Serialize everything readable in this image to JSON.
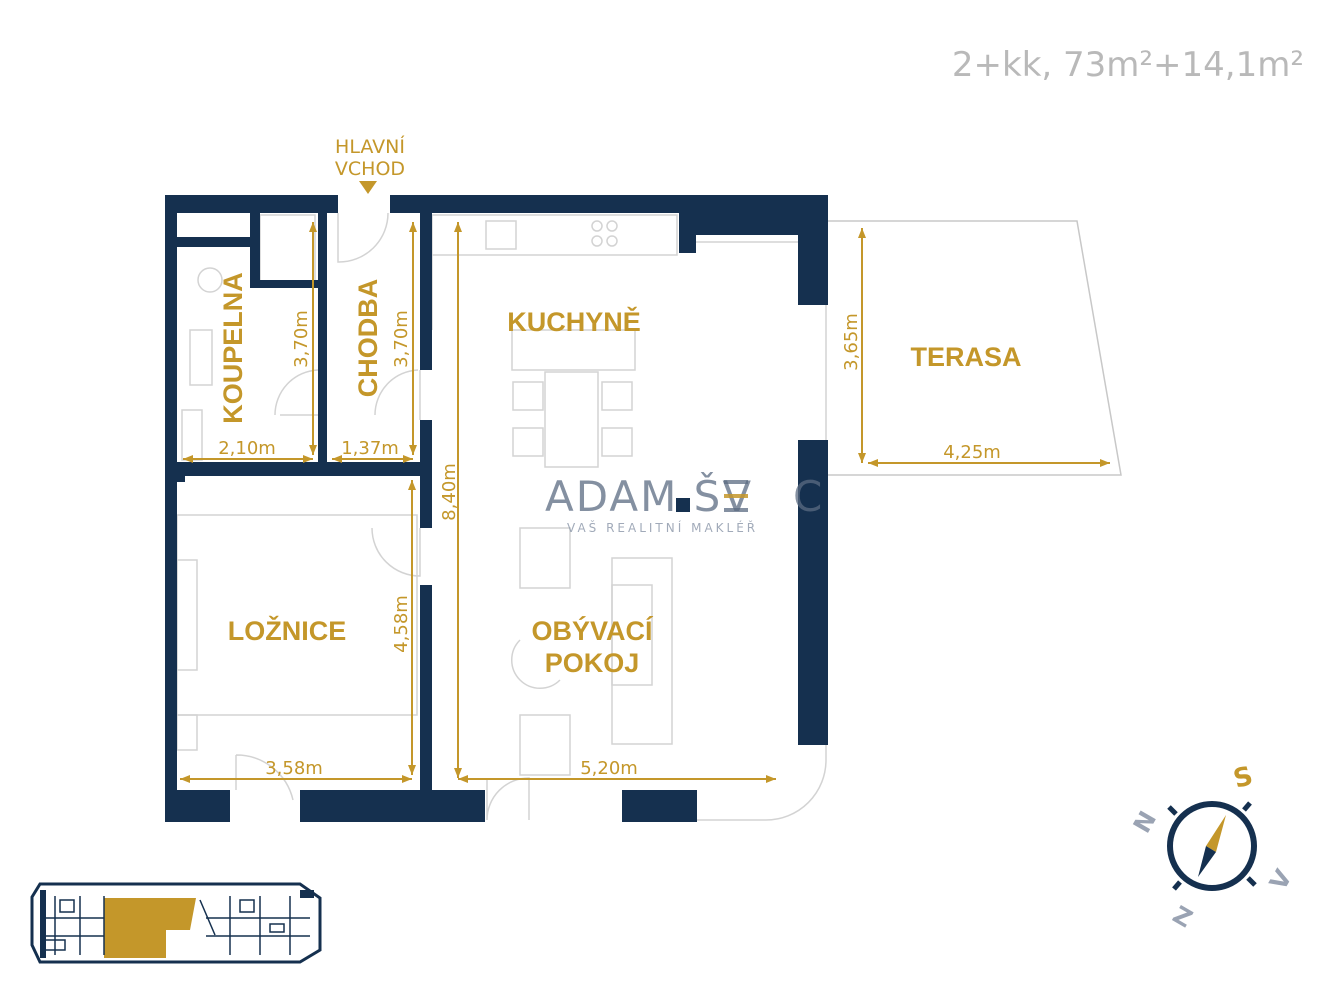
{
  "header": {
    "title": "2+kk, 73m²+14,1m²"
  },
  "entrance": {
    "line1": "HLAVNÍ",
    "line2": "VCHOD"
  },
  "rooms": {
    "koupelna": "KOUPELNA",
    "chodba": "CHODBA",
    "kuchyne": "KUCHYNĚ",
    "terasa": "TERASA",
    "loznice": "LOŽNICE",
    "obyvaci_line1": "OBÝVACÍ",
    "obyvaci_line2": "POKOJ"
  },
  "dimensions": {
    "koupelna_height": "3,70m",
    "koupelna_width": "2,10m",
    "chodba_height": "3,70m",
    "chodba_width": "1,37m",
    "main_height": "8,40m",
    "terasa_height": "3,65m",
    "terasa_width": "4,25m",
    "loznice_height": "4,58m",
    "loznice_width": "3,58m",
    "obyvaci_width": "5,20m"
  },
  "watermark": {
    "name_a": "ADAM ŠV",
    "name_b": "C",
    "tagline": "VAŠ REALITNÍ MAKLÉŘ"
  },
  "compass": {
    "south": "S",
    "north": "N",
    "east": "V",
    "west": "Z"
  },
  "colors": {
    "wall": "#15304f",
    "accent": "#c4972a",
    "title": "#b9b9b9"
  }
}
